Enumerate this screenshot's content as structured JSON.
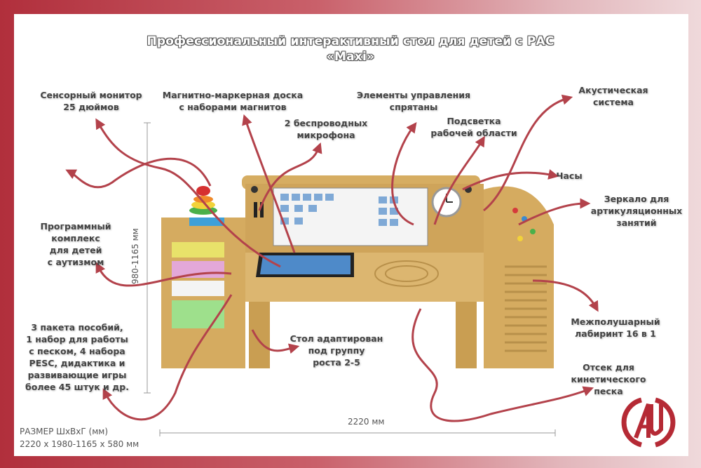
{
  "title": {
    "line1": "Профессиональный интерактивный стол для детей с РАС",
    "line2": "«Maxi»"
  },
  "labels": {
    "monitor": [
      "Сенсорный монитор",
      "25 дюймов"
    ],
    "board": [
      "Магнитно-маркерная доска",
      "с наборами магнитов"
    ],
    "mics": [
      "2 беспроводных",
      "микрофона"
    ],
    "controls": [
      "Элементы управления",
      "спрятаны"
    ],
    "light": [
      "Подсветка",
      "рабочей области"
    ],
    "acoustic": [
      "Акустическая",
      "система"
    ],
    "clock": [
      "Часы"
    ],
    "mirror": [
      "Зеркало для",
      "артикуляционных",
      "занятий"
    ],
    "software": [
      "Программный",
      "комплекс",
      "для детей",
      "с аутизмом"
    ],
    "kits": [
      "3 пакета пособий,",
      "1 набор для работы",
      "с песком, 4 набора",
      "PESC,  дидактика и",
      "развивающие игры",
      "более 45 штук и др."
    ],
    "adapted": [
      "Стол адаптирован",
      "под группу",
      "роста 2-5"
    ],
    "labyrinth": [
      "Межполушарный",
      "лабиринт 16 в 1"
    ],
    "sand": [
      "Отсек для",
      "кинетического",
      "песка"
    ]
  },
  "dimensions": {
    "height": "980-1165 мм",
    "width": "2220 мм"
  },
  "size": {
    "label": "РАЗМЕР ШхВхГ (мм)",
    "value": "2220 х 1980-1165  х 580 мм"
  },
  "colors": {
    "arrow": "#b3424b",
    "wood": "#d9b46c",
    "accent": "#b12f3c"
  }
}
